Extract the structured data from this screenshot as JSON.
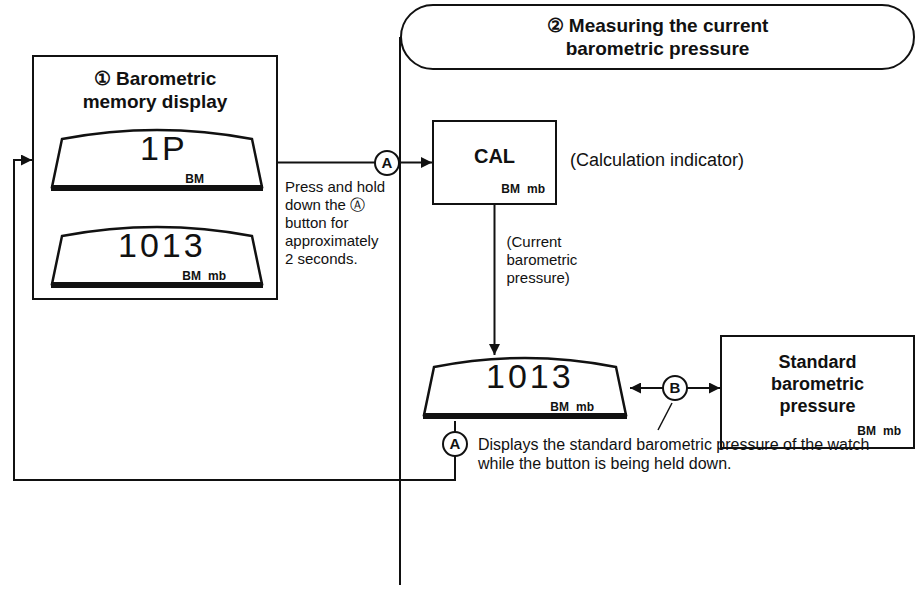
{
  "diagram": {
    "nodes": [
      {
        "text": [
          "① Barometric memory display"
        ]
      },
      {
        "text": [
          "1P",
          "BM"
        ],
        "in": 0
      },
      {
        "text": [
          "1013",
          "BM",
          "mb"
        ],
        "in": 0
      },
      {
        "text": [
          "② Measuring the current barometric pressure"
        ]
      },
      {
        "text": [
          "CAL",
          "BM",
          "mb"
        ]
      },
      {
        "text": [
          "1013",
          "BM",
          "mb"
        ]
      },
      {
        "text": [
          "Standard barometric pressure",
          "BM",
          "mb"
        ]
      }
    ],
    "edges": [
      {
        "from": 0,
        "to": 4,
        "arrow": "to",
        "label": "A"
      },
      {
        "from": 1,
        "to": 2,
        "arrow": "to"
      },
      {
        "from": 4,
        "to": 5,
        "arrow": "to",
        "label": "(Current barometric pressure)"
      },
      {
        "from": 5,
        "to": 6,
        "arrow": "both",
        "label": "B"
      },
      {
        "from": 5,
        "to": 0,
        "arrow": "to",
        "label": "A"
      }
    ],
    "labels": [
      "(Calculation indicator)",
      "Press and hold down the Ⓐ button for approximately 2 seconds.",
      "Displays the standard barometric pressure of the watch while the button is being held down."
    ]
  }
}
